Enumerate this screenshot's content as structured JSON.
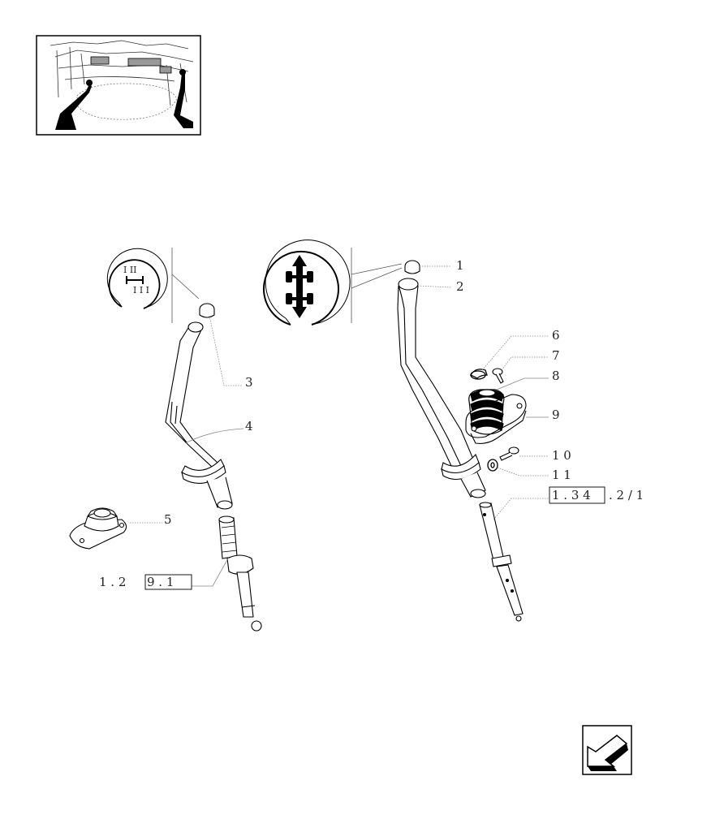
{
  "callouts": {
    "c1": "1",
    "c2": "2",
    "c3": "3",
    "c4": "4",
    "c5": "5",
    "c6": "6",
    "c7": "7",
    "c8": "8",
    "c9": "9",
    "c10": "1 0",
    "c11": "1 1"
  },
  "refs": {
    "left_prefix": "1 . 2",
    "left_boxed": "9 . 1",
    "right_boxed": "1 . 3 4",
    "right_suffix": ". 2 / 1"
  },
  "gear_symbol": {
    "top": "I  II",
    "bottom": "I I I"
  }
}
